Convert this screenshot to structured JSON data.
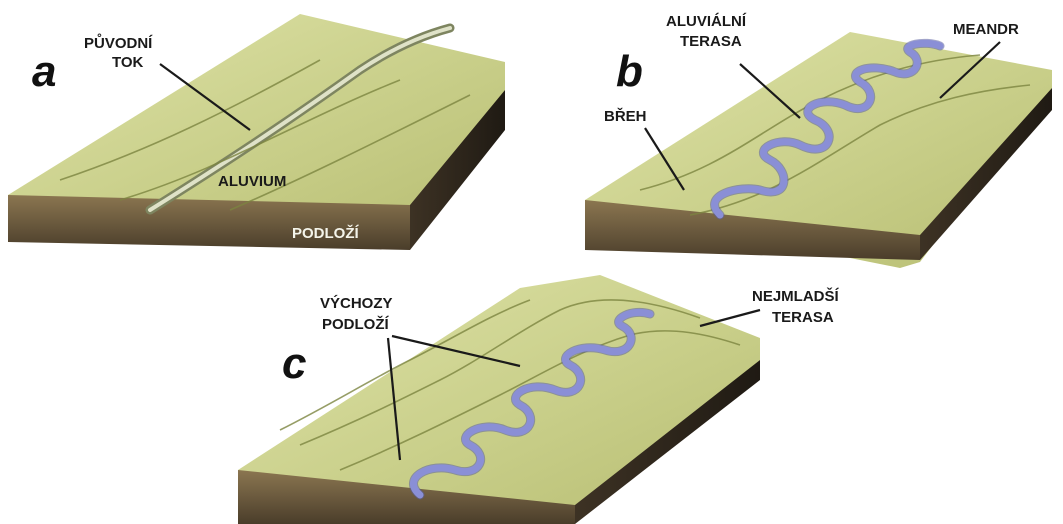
{
  "panels": [
    {
      "letter": "a",
      "labels": {
        "original_channel_line1": "PŮVODNÍ",
        "original_channel_line2": "TOK",
        "alluvium": "ALUVIUM",
        "bedrock": "PODLOŽÍ"
      }
    },
    {
      "letter": "b",
      "labels": {
        "terrace_line1": "ALUVIÁLNÍ",
        "terrace_line2": "TERASA",
        "meander": "MEANDR",
        "bank": "BŘEH"
      }
    },
    {
      "letter": "c",
      "labels": {
        "outcrops_line1": "VÝCHOZY",
        "outcrops_line2": "PODLOŽÍ",
        "youngest_line1": "NEJMLADŠÍ",
        "youngest_line2": "TERASA"
      }
    }
  ],
  "colors": {
    "surface": "#c9cf8a",
    "surface_light": "#dfe3a8",
    "surface_dark": "#a7ad62",
    "side_front": "#6b5a3e",
    "side_right": "#2e261c",
    "river": "#8a8fd6",
    "ink": "#1a1a1a"
  }
}
